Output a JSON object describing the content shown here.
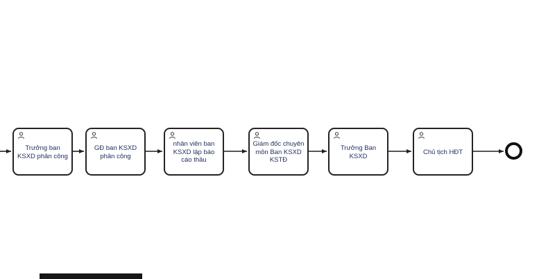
{
  "diagram": {
    "type": "bpmn-process-flow",
    "tasks": [
      {
        "label": "Trưởng ban KSXD phân công",
        "icon": "user-icon"
      },
      {
        "label": "GĐ ban KSXD phân công",
        "icon": "user-icon"
      },
      {
        "label": "nhân viên ban KSXD lập báo cáo thầu",
        "icon": "user-icon"
      },
      {
        "label": "Giám đốc chuyên môn Ban KSXD KSTĐ",
        "icon": "user-icon"
      },
      {
        "label": "Trưởng Ban KSXD",
        "icon": "user-icon"
      },
      {
        "label": "Chủ tịch HĐT",
        "icon": "user-icon"
      }
    ],
    "end_event": {
      "kind": "end-event"
    },
    "colors": {
      "node_border": "#232323",
      "node_fill": "#ffffff",
      "text": "#22315e",
      "arrow": "#1f1f1f"
    }
  }
}
